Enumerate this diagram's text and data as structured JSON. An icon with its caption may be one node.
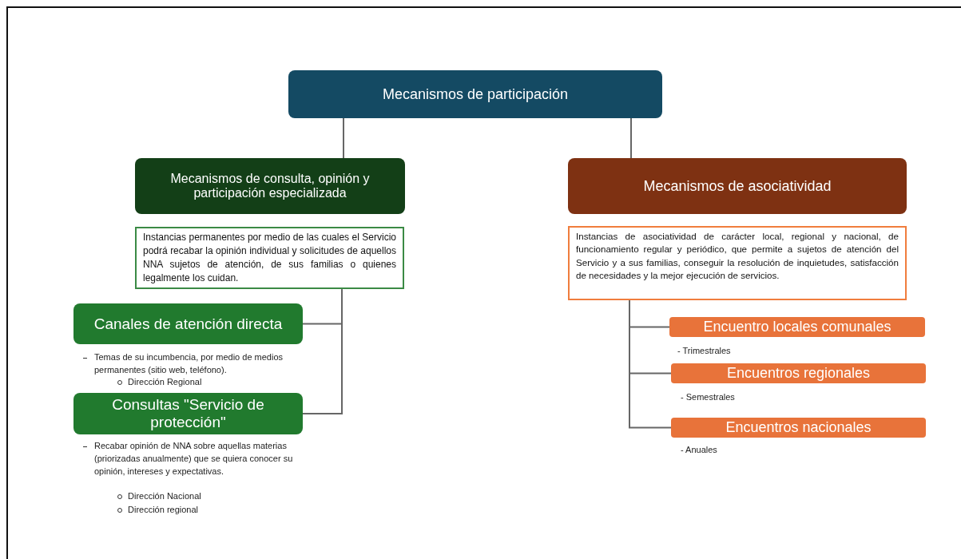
{
  "diagram": {
    "nodes": [
      {
        "text": [
          "Mecanismos de participación"
        ]
      },
      {
        "text": [
          "Mecanismos de consulta, opinión y participación especializada"
        ]
      },
      {
        "text": [
          "Instancias permanentes por medio de las cuales el Servicio podrá recabar la opinión individual y solicitudes de aquellos NNA sujetos de atención, de sus familias o quienes legalmente los cuidan."
        ]
      },
      {
        "text": [
          "Canales de atención directa"
        ],
        "beside": [
          "Temas de su incumbencia, por medio de medios permanentes (sitio web, teléfono).",
          "Dirección Regional"
        ]
      },
      {
        "text": [
          "Consultas \"Servicio de protección\""
        ],
        "beside": [
          "Recabar opinión de NNA sobre aquellas materias (priorizadas anualmente) que se quiera conocer su opinión, intereses y expectativas.",
          "Dirección Nacional",
          "Dirección regional"
        ]
      },
      {
        "text": [
          "Mecanismos de asociatividad"
        ]
      },
      {
        "text": [
          "Instancias de asociatividad de carácter local, regional y nacional, de funcionamiento regular y periódico, que permite a sujetos de atención del Servicio y a sus familias, conseguir la resolución de inquietudes, satisfacción de necesidades y la mejor ejecución de servicios."
        ]
      },
      {
        "text": [
          "Encuentro locales comunales"
        ],
        "beside": [
          "- Trimestrales"
        ]
      },
      {
        "text": [
          "Encuentros regionales"
        ],
        "beside": [
          "- Semestrales"
        ]
      },
      {
        "text": [
          "Encuentros  nacionales"
        ],
        "beside": [
          "- Anuales"
        ]
      }
    ],
    "edges": [
      {
        "from": 0,
        "to": 1,
        "arrow": "none"
      },
      {
        "from": 0,
        "to": 5,
        "arrow": "none"
      },
      {
        "from": 2,
        "to": 3,
        "arrow": "none"
      },
      {
        "from": 2,
        "to": 4,
        "arrow": "none"
      },
      {
        "from": 6,
        "to": 7,
        "arrow": "none"
      },
      {
        "from": 6,
        "to": 8,
        "arrow": "none"
      },
      {
        "from": 6,
        "to": 9,
        "arrow": "none"
      }
    ]
  }
}
